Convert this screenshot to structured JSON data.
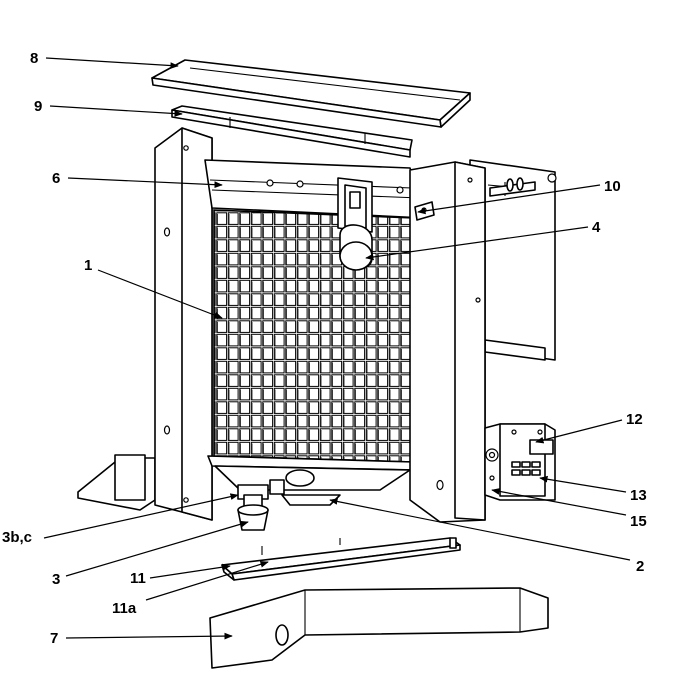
{
  "callouts": {
    "c8": "8",
    "c9": "9",
    "c6": "6",
    "c10": "10",
    "c4": "4",
    "c1": "1",
    "c12": "12",
    "c13": "13",
    "c15": "15",
    "c3bc": "3b,c",
    "c2": "2",
    "c3": "3",
    "c11": "11",
    "c11a": "11a",
    "c7": "7"
  }
}
